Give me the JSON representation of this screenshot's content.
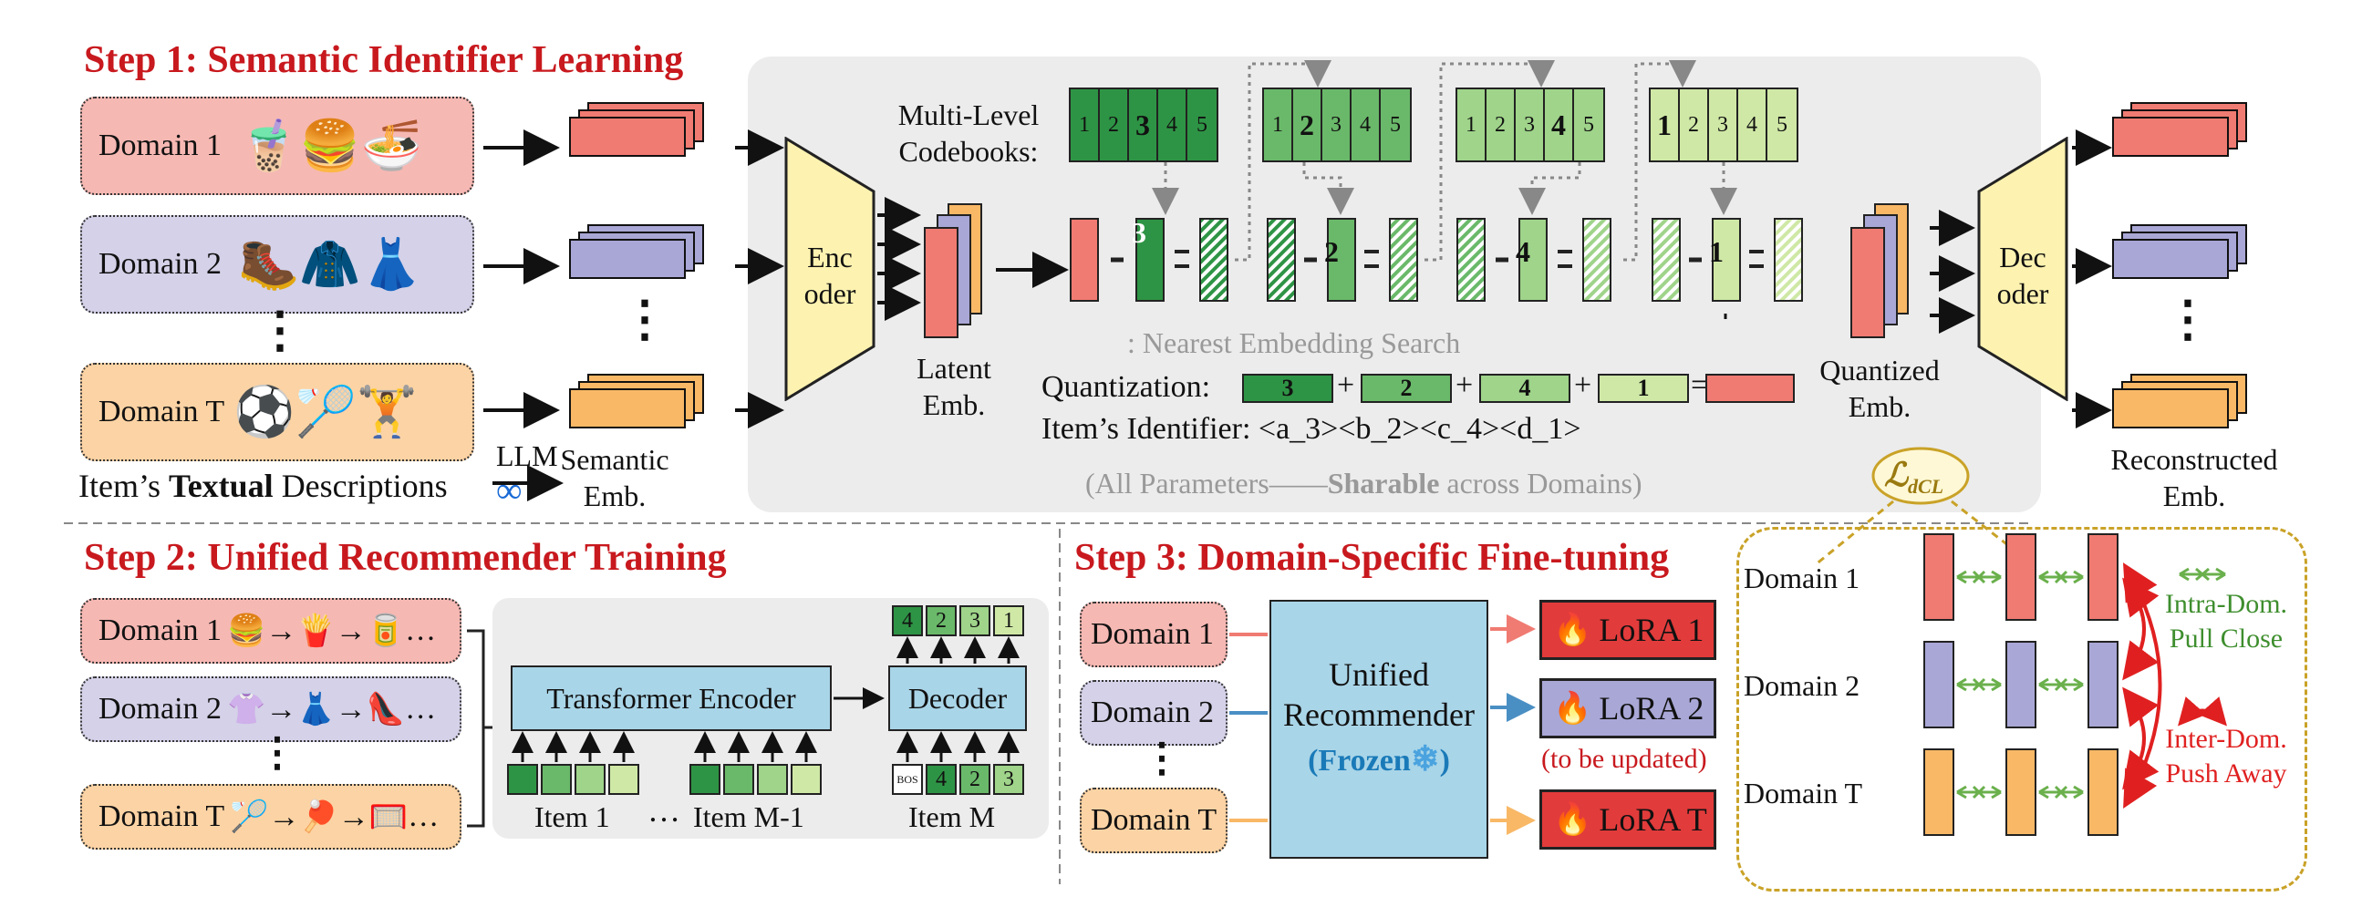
{
  "step1": {
    "title": "Step 1: Semantic Identifier Learning",
    "domains": [
      "Domain 1",
      "Domain 2",
      "Domain T"
    ],
    "vdots": "⋮",
    "llm": "LLM",
    "textual_desc_prefix": "Item’s ",
    "textual_desc_bold": "Textual",
    "textual_desc_suffix": " Descriptions",
    "semantic_emb": [
      "Semantic",
      "Emb."
    ],
    "encoder": [
      "Enc",
      "oder"
    ],
    "latent_emb": [
      "Latent",
      "Emb."
    ],
    "codebooks_label": [
      "Multi-Level",
      "Codebooks:"
    ],
    "codebooks": [
      {
        "cells": [
          "1",
          "2",
          "3",
          "4",
          "5"
        ],
        "selected": "3"
      },
      {
        "cells": [
          "1",
          "2",
          "3",
          "4",
          "5"
        ],
        "selected": "2"
      },
      {
        "cells": [
          "1",
          "2",
          "3",
          "4",
          "5"
        ],
        "selected": "4"
      },
      {
        "cells": [
          "1",
          "2",
          "3",
          "4",
          "5"
        ],
        "selected": "1"
      }
    ],
    "residual_codes": [
      "3",
      "2",
      "4",
      "1"
    ],
    "nearest_search": ": Nearest Embedding Search",
    "quantization_label": "Quantization:",
    "quant_codes": [
      "3",
      "2",
      "4",
      "1"
    ],
    "identifier": "Item’s Identifier: <a_3><b_2><c_4><d_1>",
    "sharable_prefix": "(All Parameters——",
    "sharable_bold": "Sharable",
    "sharable_suffix": " across Domains)",
    "quantized_emb": [
      "Quantized",
      "Emb."
    ],
    "decoder": [
      "Dec",
      "oder"
    ],
    "reconstructed_emb": [
      "Reconstructed",
      "Emb."
    ],
    "loss": "ℒ",
    "loss_sub": "dCL",
    "colors": {
      "green1": "#2e9445",
      "green2": "#6ab96a",
      "green3": "#9fd48a",
      "green4": "#cfe8a6",
      "red": "#f07b72",
      "lav": "#a9a7d6",
      "orange": "#f8b866",
      "yellow": "#fdf2b0"
    }
  },
  "step2": {
    "title": "Step 2: Unified Recommender Training",
    "domains": [
      "Domain 1",
      "Domain 2",
      "Domain T"
    ],
    "arrows_suffix": "…",
    "transformer": "Transformer Encoder",
    "decoder": "Decoder",
    "output_tokens": [
      "4",
      "2",
      "3",
      "1"
    ],
    "input_tokens": [
      "BOS",
      "4",
      "2",
      "3"
    ],
    "items": [
      "Item 1",
      "…",
      "Item M-1",
      "Item M"
    ]
  },
  "step3": {
    "title": "Step 3: Domain-Specific Fine-tuning",
    "domains": [
      "Domain 1",
      "Domain 2",
      "Domain T"
    ],
    "unified": [
      "Unified",
      "Recommender"
    ],
    "frozen": "Frozen",
    "loras": [
      "LoRA 1",
      "LoRA 2",
      "LoRA T"
    ],
    "to_be_updated": "(to be updated)"
  },
  "contrastive": {
    "domains": [
      "Domain 1",
      "Domain 2",
      "Domain T"
    ],
    "intra": [
      "Intra-Dom.",
      "Pull Close"
    ],
    "inter": [
      "Inter-Dom.",
      "Push Away"
    ]
  }
}
